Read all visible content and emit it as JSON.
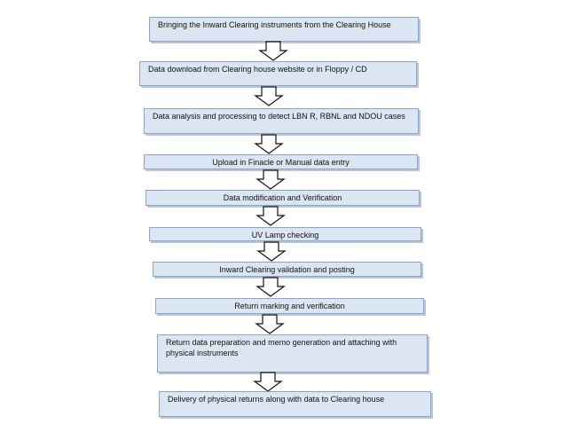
{
  "flowchart": {
    "steps": [
      {
        "text": "Bringing the Inward Clearing instruments from the Clearing House",
        "align": "left"
      },
      {
        "text": "Data download from Clearing house website or in Floppy / CD",
        "align": "left"
      },
      {
        "text": "Data analysis and processing to detect LBN R, RBNL and NDOU cases",
        "align": "left"
      },
      {
        "text": "Upload in Finacle or Manual data entry",
        "align": "center"
      },
      {
        "text": "Data modification and Verification",
        "align": "center"
      },
      {
        "text": "UV Lamp checking",
        "align": "center"
      },
      {
        "text": "Inward  Clearing validation and posting",
        "align": "center"
      },
      {
        "text": "Return marking and verification",
        "align": "center"
      },
      {
        "text": "Return data preparation and memo generation and attaching with physical instruments",
        "align": "left"
      },
      {
        "text": "Delivery of physical returns along with data to Clearing house",
        "align": "left"
      }
    ],
    "colors": {
      "box_fill": "#dce6f2",
      "box_border": "#8aa5c8",
      "arrow_fill": "#ffffff",
      "arrow_stroke": "#111111",
      "text": "#111111"
    },
    "arrow_icon": "down-block-arrow-icon"
  }
}
